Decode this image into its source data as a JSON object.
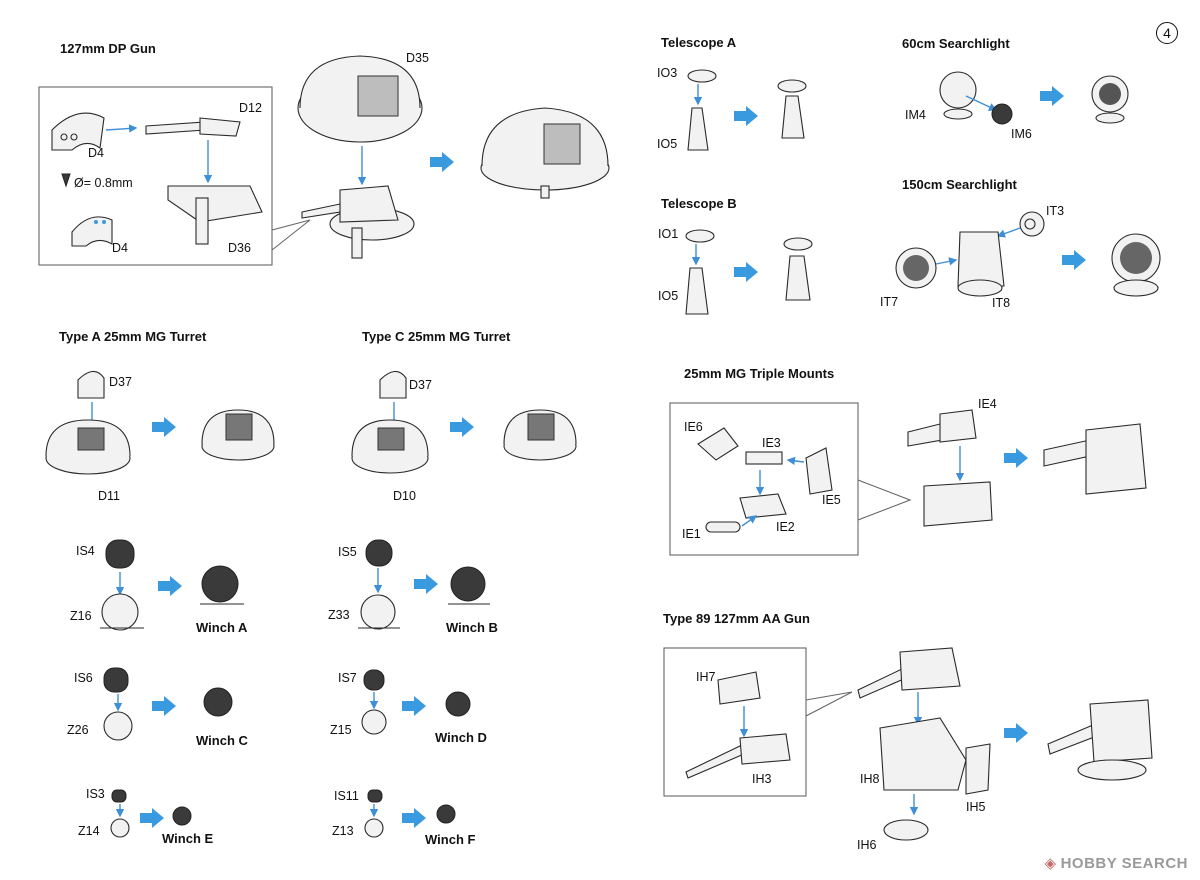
{
  "page_number": "4",
  "watermark": "HOBBY SEARCH",
  "accent_color": "#3a9ae0",
  "sections": {
    "dp_gun": {
      "title": "127mm DP Gun",
      "parts": [
        "D35",
        "D12",
        "D4",
        "D4",
        "D36"
      ],
      "drill": "Ø= 0.8mm"
    },
    "telescope_a": {
      "title": "Telescope A",
      "parts": [
        "IO3",
        "IO5"
      ]
    },
    "telescope_b": {
      "title": "Telescope B",
      "parts": [
        "IO1",
        "IO5"
      ]
    },
    "searchlight_60": {
      "title": "60cm Searchlight",
      "parts": [
        "IM4",
        "IM6"
      ]
    },
    "searchlight_150": {
      "title": "150cm Searchlight",
      "parts": [
        "IT3",
        "IT7",
        "IT8"
      ]
    },
    "type_a_turret": {
      "title": "Type A 25mm MG Turret",
      "parts": [
        "D37",
        "D11"
      ]
    },
    "type_c_turret": {
      "title": "Type C 25mm MG Turret",
      "parts": [
        "D37",
        "D10"
      ]
    },
    "mg_triple": {
      "title": "25mm MG Triple Mounts",
      "parts": [
        "IE6",
        "IE3",
        "IE5",
        "IE1",
        "IE2",
        "IE4"
      ]
    },
    "type89": {
      "title": "Type 89 127mm AA Gun",
      "parts": [
        "IH7",
        "IH3",
        "IH8",
        "IH5",
        "IH6"
      ]
    },
    "winches": [
      {
        "name": "Winch A",
        "parts": [
          "IS4",
          "Z16"
        ]
      },
      {
        "name": "Winch B",
        "parts": [
          "IS5",
          "Z33"
        ]
      },
      {
        "name": "Winch C",
        "parts": [
          "IS6",
          "Z26"
        ]
      },
      {
        "name": "Winch D",
        "parts": [
          "IS7",
          "Z15"
        ]
      },
      {
        "name": "Winch E",
        "parts": [
          "IS3",
          "Z14"
        ]
      },
      {
        "name": "Winch F",
        "parts": [
          "IS11",
          "Z13"
        ]
      }
    ]
  }
}
